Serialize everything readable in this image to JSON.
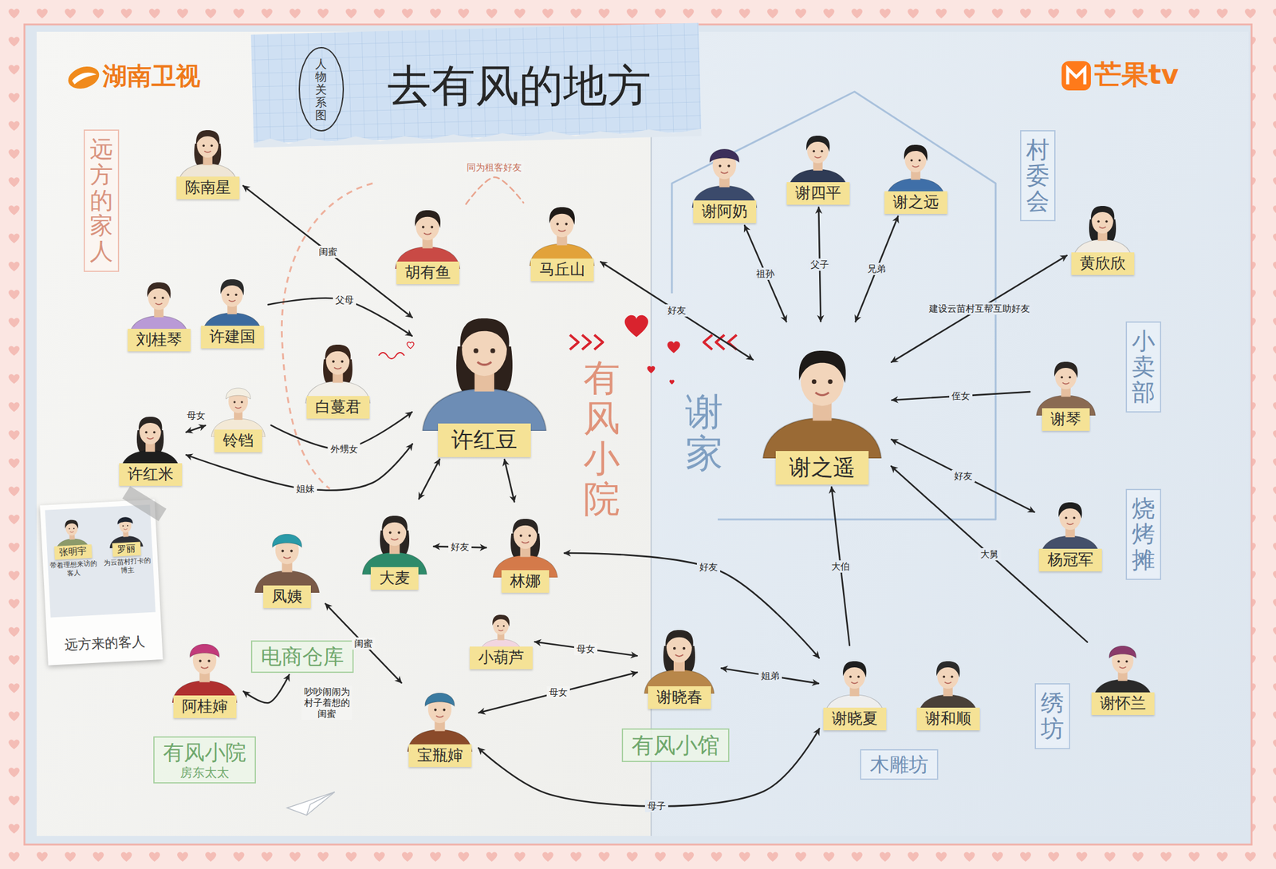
{
  "diagram": {
    "title": "去有风的地方",
    "nodes": [
      {
        "text": [
          "远方的家人"
        ]
      },
      {
        "text": [
          "陈南星"
        ]
      },
      {
        "text": [
          "胡有鱼"
        ]
      },
      {
        "text": [
          "马丘山"
        ]
      },
      {
        "text": [
          "谢阿奶"
        ]
      },
      {
        "text": [
          "谢四平"
        ]
      },
      {
        "text": [
          "谢之远"
        ]
      },
      {
        "text": [
          "村委会"
        ]
      },
      {
        "text": [
          "黄欣欣"
        ]
      },
      {
        "text": [
          "刘桂琴"
        ]
      },
      {
        "text": [
          "许建国"
        ]
      },
      {
        "text": [
          "白蔓君"
        ]
      },
      {
        "text": [
          "许红豆"
        ]
      },
      {
        "text": [
          "谢之遥"
        ]
      },
      {
        "text": [
          "小卖部"
        ]
      },
      {
        "text": [
          "谢琴"
        ]
      },
      {
        "text": [
          "许红米"
        ]
      },
      {
        "text": [
          "铃铛"
        ]
      },
      {
        "text": [
          "烧烤摊"
        ]
      },
      {
        "text": [
          "杨冠军"
        ]
      },
      {
        "text": [
          "远方来的客人"
        ]
      },
      {
        "text": [
          "张明宇",
          "带着理想来访的客人"
        ],
        "in": 20
      },
      {
        "text": [
          "罗丽",
          "为云苗村打卡的博主"
        ],
        "in": 20
      },
      {
        "text": [
          "凤姨"
        ]
      },
      {
        "text": [
          "大麦"
        ]
      },
      {
        "text": [
          "林娜"
        ]
      },
      {
        "text": [
          "电商仓库"
        ]
      },
      {
        "text": [
          "小葫芦"
        ]
      },
      {
        "text": [
          "谢晓春"
        ]
      },
      {
        "text": [
          "谢晓夏"
        ]
      },
      {
        "text": [
          "谢和顺"
        ]
      },
      {
        "text": [
          "谢怀兰"
        ]
      },
      {
        "text": [
          "绣坊"
        ]
      },
      {
        "text": [
          "阿桂婶"
        ]
      },
      {
        "text": [
          "宝瓶婶"
        ]
      },
      {
        "text": [
          "有风小馆"
        ]
      },
      {
        "text": [
          "木雕坊"
        ]
      },
      {
        "text": [
          "有风小院",
          "房东太太"
        ]
      }
    ],
    "edges": [
      {
        "from": 1,
        "to": 12,
        "arrow": "both",
        "label": "闺蜜"
      },
      {
        "from": 10,
        "to": 12,
        "arrow": "to",
        "label": "父母"
      },
      {
        "from": 16,
        "to": 17,
        "arrow": "both",
        "label": "母女"
      },
      {
        "from": 17,
        "to": 12,
        "arrow": "to",
        "label": "外甥女"
      },
      {
        "from": 16,
        "to": 12,
        "arrow": "both",
        "label": "姐妹"
      },
      {
        "from": 2,
        "to": 3,
        "arrow": "none",
        "label": "同为租客好友"
      },
      {
        "from": 3,
        "to": 13,
        "arrow": "both",
        "label": "好友"
      },
      {
        "from": 4,
        "to": 13,
        "arrow": "both",
        "label": "祖孙"
      },
      {
        "from": 5,
        "to": 13,
        "arrow": "both",
        "label": "父子"
      },
      {
        "from": 6,
        "to": 13,
        "arrow": "both",
        "label": "兄弟"
      },
      {
        "from": 8,
        "to": 13,
        "arrow": "both",
        "label": "建设云苗村互帮互助好友"
      },
      {
        "from": 15,
        "to": 13,
        "arrow": "to",
        "label": "侄女"
      },
      {
        "from": 13,
        "to": 19,
        "arrow": "both",
        "label": "好友"
      },
      {
        "from": 12,
        "to": 24,
        "arrow": "both"
      },
      {
        "from": 12,
        "to": 25,
        "arrow": "both"
      },
      {
        "from": 24,
        "to": 25,
        "arrow": "both",
        "label": "好友"
      },
      {
        "from": 25,
        "to": 29,
        "arrow": "both",
        "label": "好友"
      },
      {
        "from": 29,
        "to": 13,
        "arrow": "to",
        "label": "大伯"
      },
      {
        "from": 31,
        "to": 13,
        "arrow": "to",
        "label": "大舅"
      },
      {
        "from": 23,
        "to": 34,
        "arrow": "both",
        "label": "闺蜜"
      },
      {
        "from": 33,
        "to": 26,
        "arrow": "both",
        "label": "吵吵闹闹为村子着想的闺蜜"
      },
      {
        "from": 27,
        "to": 28,
        "arrow": "both",
        "label": "母女"
      },
      {
        "from": 34,
        "to": 28,
        "arrow": "both",
        "label": "母女"
      },
      {
        "from": 28,
        "to": 29,
        "arrow": "both",
        "label": "姐弟"
      },
      {
        "from": 34,
        "to": 29,
        "arrow": "both",
        "label": "母子"
      }
    ],
    "labels": [
      "湖南卫视",
      "芒果tv",
      "人物关系图",
      "有风小院",
      "谢家"
    ]
  }
}
